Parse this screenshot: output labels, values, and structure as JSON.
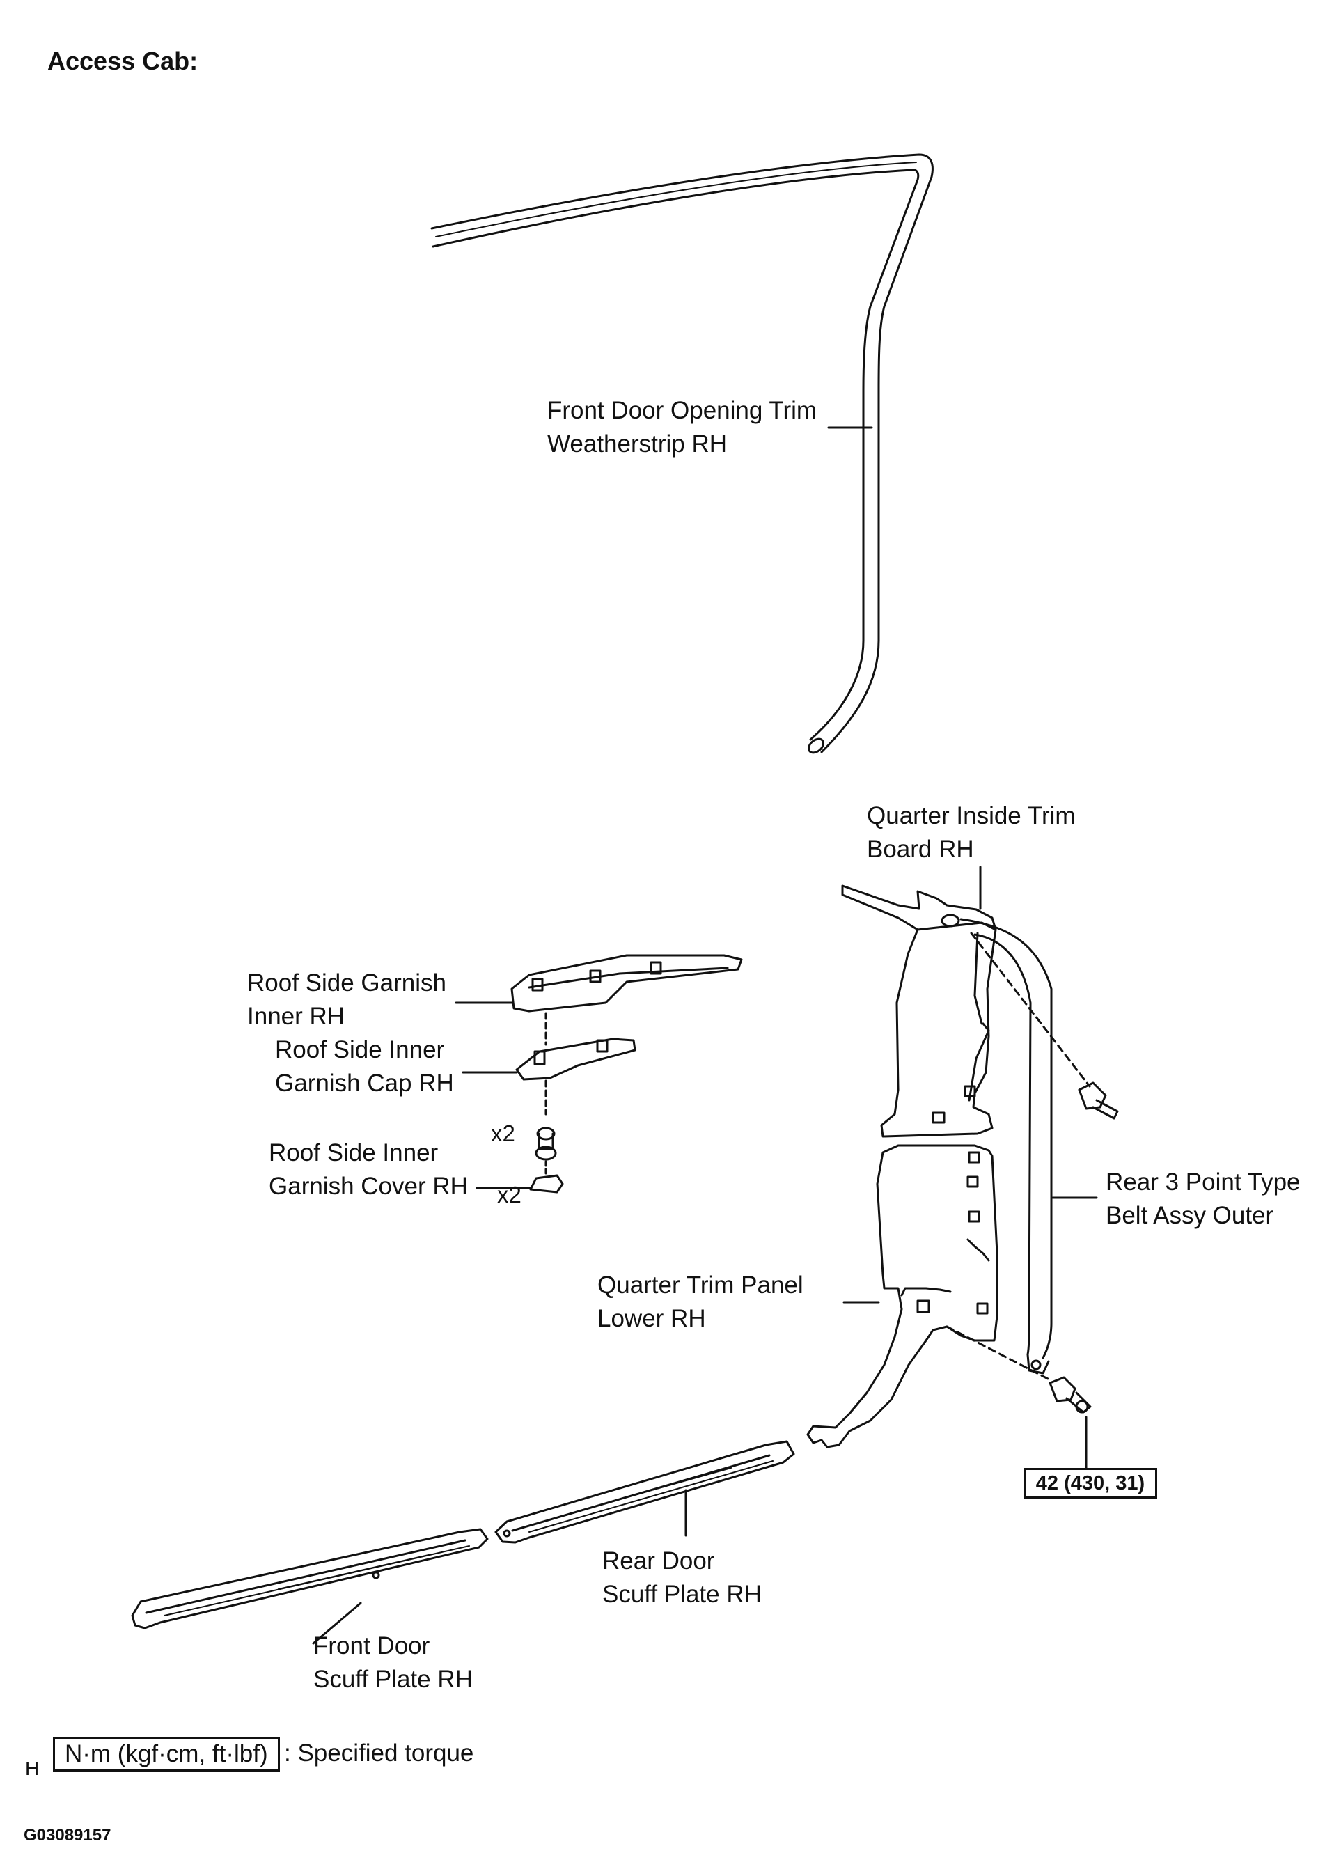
{
  "title": "Access Cab:",
  "labels": {
    "front_door_opening_trim": [
      "Front Door Opening Trim",
      "Weatherstrip RH"
    ],
    "quarter_inside_trim": [
      "Quarter Inside Trim",
      "Board RH"
    ],
    "roof_side_garnish_inner": [
      "Roof Side Garnish",
      "Inner RH"
    ],
    "roof_side_inner_garnish_cap": [
      "Roof Side Inner",
      "Garnish Cap RH"
    ],
    "roof_side_inner_garnish_cover": [
      "Roof Side Inner",
      "Garnish Cover RH"
    ],
    "rear_belt_assy": [
      "Rear 3 Point Type",
      "Belt Assy Outer"
    ],
    "quarter_trim_panel_lower": [
      "Quarter Trim Panel",
      "Lower RH"
    ],
    "rear_door_scuff_plate": [
      "Rear Door",
      "Scuff Plate RH"
    ],
    "front_door_scuff_plate": [
      "Front Door",
      "Scuff Plate RH"
    ]
  },
  "quantities": {
    "clip_qty": "x2",
    "cover_qty": "x2"
  },
  "torque_spec": "42 (430, 31)",
  "legend": {
    "marker": "H",
    "unit_box": "N·m (kgf·cm, ft·lbf)",
    "text": ": Specified torque"
  },
  "figure_id": "G03089157"
}
